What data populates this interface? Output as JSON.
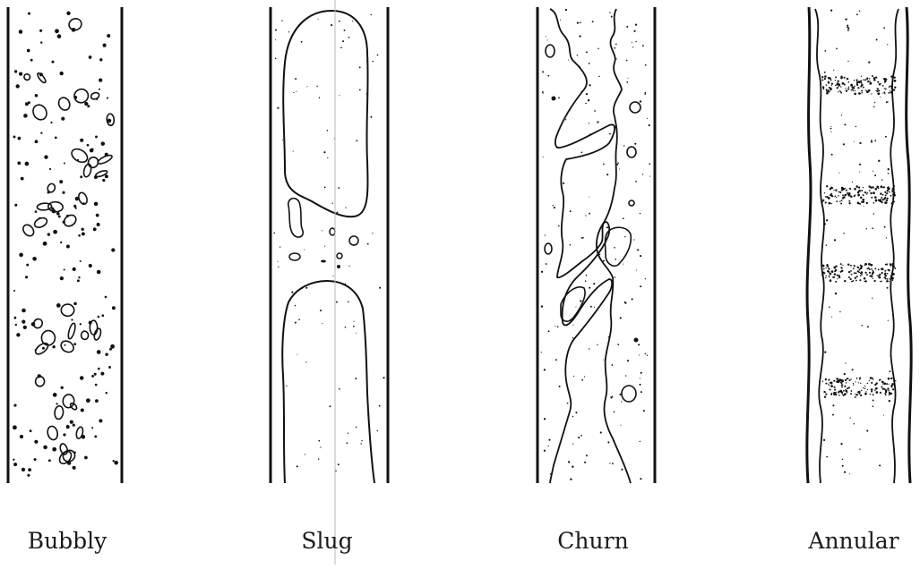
{
  "figure": {
    "panels": [
      {
        "id": "bubbly",
        "label": "Bubbly"
      },
      {
        "id": "slug",
        "label": "Slug"
      },
      {
        "id": "churn",
        "label": "Churn"
      },
      {
        "id": "annular",
        "label": "Annular"
      }
    ],
    "ink_color": "#111111",
    "background_color": "#ffffff"
  }
}
